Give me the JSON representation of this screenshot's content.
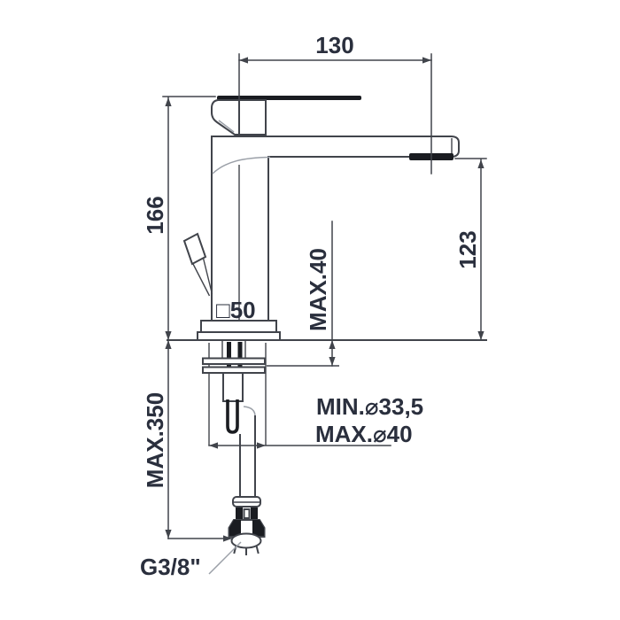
{
  "drawing": {
    "type": "faucet-technical-dimension-drawing",
    "labels": {
      "spout_reach": "130",
      "height_above_deck": "166",
      "spout_outlet_height": "123",
      "max_deck_thickness": "MAX.40",
      "body_square_section": "□50",
      "min_hole_diameter": "MIN.⌀33,5",
      "max_hole_diameter": "MAX.⌀40",
      "max_length_below_deck": "MAX.350",
      "supply_connection": "G3/8\""
    },
    "colors": {
      "line": "#41444b",
      "dark": "#1a1c21",
      "text": "#2a2f3d",
      "gray": "#9ba0a8",
      "background": "#ffffff"
    }
  }
}
